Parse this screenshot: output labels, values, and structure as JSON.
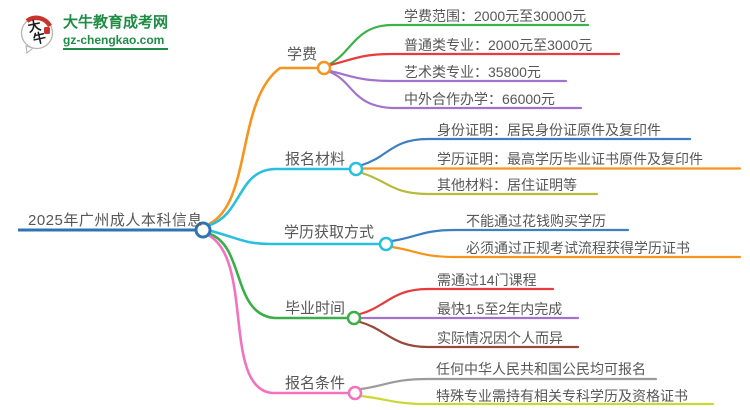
{
  "logo": {
    "badge_text": "大牛",
    "title": "大牛教育成考网",
    "domain": "gz-chengkao.com",
    "brand_green": "#1F8C46",
    "badge_red": "#C8342B"
  },
  "root": {
    "label": "2025年广州成人本科信息",
    "color": "#2E74B5"
  },
  "branches": [
    {
      "label": "学费",
      "color": "#F7941E",
      "children": [
        {
          "label": "学费范围：2000元至30000元",
          "color": "#3DB24A"
        },
        {
          "label": "普通类专业：2000元至3000元",
          "color": "#E73B3E"
        },
        {
          "label": "艺术类专业：35800元",
          "color": "#A273CC"
        },
        {
          "label": "中外合作办学：66000元",
          "color": "#A273CC"
        }
      ]
    },
    {
      "label": "报名材料",
      "color": "#29BFDE",
      "children": [
        {
          "label": "身份证明：居民身份证原件及复印件",
          "color": "#3E7FC1"
        },
        {
          "label": "学历证明：最高学历毕业证书原件及复印件",
          "color": "#F7941E"
        },
        {
          "label": "其他材料：居住证明等",
          "color": "#B7BB3A"
        }
      ]
    },
    {
      "label": "学历获取方式",
      "color": "#29BFDE",
      "children": [
        {
          "label": "不能通过花钱购买学历",
          "color": "#3E7FC1"
        },
        {
          "label": "必须通过正规考试流程获得学历证书",
          "color": "#F7941E"
        }
      ]
    },
    {
      "label": "毕业时间",
      "color": "#3BAE49",
      "children": [
        {
          "label": "需通过14门课程",
          "color": "#E73B3E"
        },
        {
          "label": "最快1.5至2年内完成",
          "color": "#A273CC"
        },
        {
          "label": "实际情况因个人而异",
          "color": "#97473C"
        }
      ]
    },
    {
      "label": "报名条件",
      "color": "#F272BE",
      "children": [
        {
          "label": "任何中华人民共和国公民均可报名",
          "color": "#9B9B9B"
        },
        {
          "label": "特殊专业需持有相关专科学历及资格证书",
          "color": "#CBD834"
        }
      ]
    }
  ]
}
